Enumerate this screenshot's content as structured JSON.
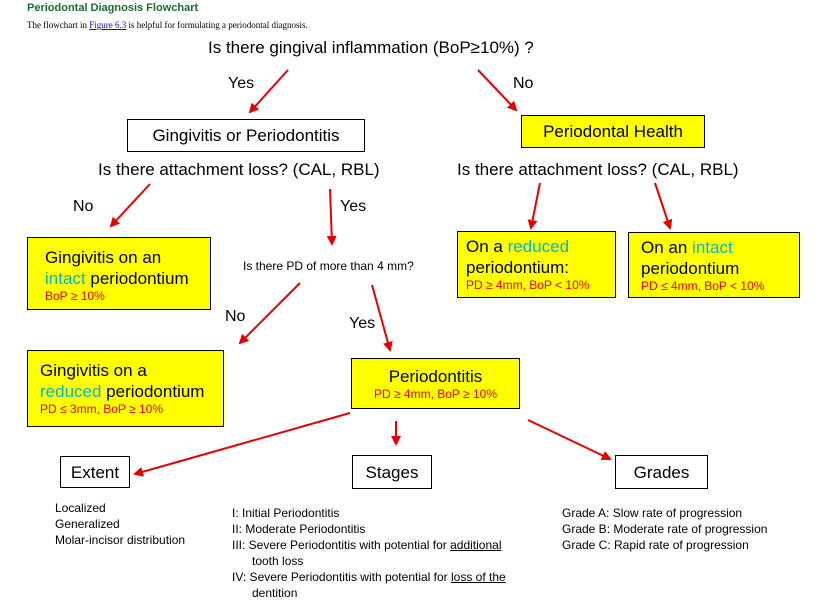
{
  "page": {
    "title": "Periodontal Diagnosis Flowchart",
    "intro_before": "The flowchart in ",
    "intro_link": "Figure 6.3",
    "intro_after": " is helpful for formulating a periodontal diagnosis."
  },
  "flowchart": {
    "q_inflammation": "Is there gingival inflammation (BoP≥10%) ?",
    "yes": "Yes",
    "no": "No",
    "gingivitis_or_perio": "Gingivitis or Periodontitis",
    "perio_health": "Periodontal Health",
    "q_attachment": "Is there attachment loss? (CAL, RBL)",
    "q_pd": "Is there PD of more than 4 mm?",
    "gingivitis_intact": {
      "line1": "Gingivitis on an",
      "word": "intact",
      "line2_rest": " periodontium",
      "criteria": "BoP ≥ 10%"
    },
    "gingivitis_reduced": {
      "line1": "Gingivitis on a",
      "word": "reduced",
      "line2_rest": " periodontium",
      "criteria": "PD ≤ 3mm, BoP ≥ 10%"
    },
    "health_reduced": {
      "prefix": "On a ",
      "word": "reduced",
      "line2": "periodontium:",
      "criteria": "PD ≥ 4mm, BoP < 10%"
    },
    "health_intact": {
      "prefix": "On an ",
      "word": "intact",
      "line2": "periodontium",
      "criteria": "PD ≤ 4mm, BoP < 10%"
    },
    "periodontitis": {
      "title": "Periodontitis",
      "criteria": "PD ≥ 4mm, BoP ≥ 10%"
    },
    "extent": {
      "title": "Extent",
      "items": [
        "Localized",
        "Generalized",
        "Molar-incisor distribution"
      ]
    },
    "stages": {
      "title": "Stages",
      "s1": "I: Initial Periodontitis",
      "s2": "II: Moderate Periodontitis",
      "s3_before": "III: Severe Periodontitis with potential for ",
      "s3_underlined": "additional",
      "s3_cont": "tooth loss",
      "s4_before": "IV: Severe Periodontitis with potential for ",
      "s4_underlined": "loss of the",
      "s4_cont": "dentition"
    },
    "grades": {
      "title": "Grades",
      "items": [
        "Grade A: Slow rate of progression",
        "Grade B: Moderate rate of progression",
        "Grade C: Rapid rate of progression"
      ]
    }
  },
  "colors": {
    "box_fill": "#ffff00",
    "arrow": "#e60000",
    "highlight": "#00b7d0",
    "criteria": "#e60000",
    "title": "#1c6b30"
  }
}
